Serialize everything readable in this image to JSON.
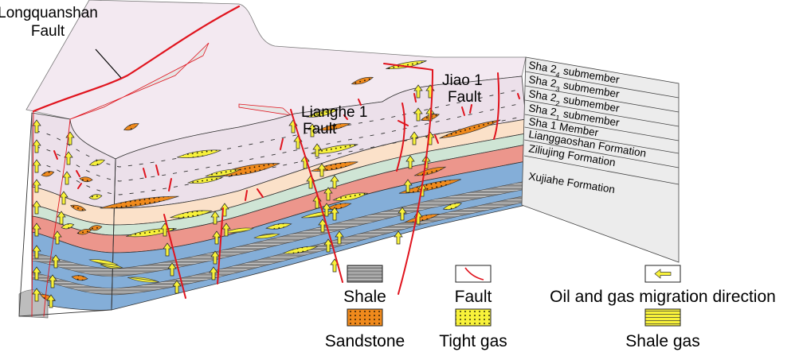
{
  "figure": {
    "title": "3D block diagram of hydrocarbon accumulation across the Longquanshan, Lianghe 1 and Jiao 1 faults",
    "colors": {
      "top_surface": "#f3e9f1",
      "sha2": "#ece0ea",
      "sha1": "#fbe1c9",
      "lianggaoshan": "#cfe5d5",
      "ziliujing": "#ec968c",
      "xujiahe": "#84aed8",
      "shale": "#8c8c8c",
      "basement": "#bdbdbd",
      "fault": "#e0141e",
      "sandstone": "#f08a1c",
      "tight_gas": "#f8f23a",
      "arrow": "#f8f23a",
      "column": "#ececec"
    }
  },
  "fault_labels": {
    "longquanshan": [
      "Longquanshan",
      "Fault"
    ],
    "lianghe": [
      "Lianghe 1",
      "Fault"
    ],
    "jiao": [
      "Jiao 1",
      "Fault"
    ]
  },
  "strata_column": [
    {
      "name": "Sha 2",
      "sub": "4",
      "suffix": " submember"
    },
    {
      "name": "Sha 2",
      "sub": "3",
      "suffix": " submember"
    },
    {
      "name": "Sha 2",
      "sub": "2",
      "suffix": " submember"
    },
    {
      "name": "Sha 2",
      "sub": "1",
      "suffix": " submember"
    },
    {
      "name": "Sha 1 Member",
      "sub": "",
      "suffix": ""
    },
    {
      "name": "Lianggaoshan Formation",
      "sub": "",
      "suffix": ""
    },
    {
      "name": "Ziliujing Formation",
      "sub": "",
      "suffix": ""
    },
    {
      "name": "Xujiahe Formation",
      "sub": "",
      "suffix": ""
    }
  ],
  "legend": {
    "items": [
      {
        "key": "shale",
        "label": "Shale"
      },
      {
        "key": "fault",
        "label": "Fault"
      },
      {
        "key": "migration",
        "label": "Oil and gas migration direction"
      },
      {
        "key": "sandstone",
        "label": "Sandstone"
      },
      {
        "key": "tight_gas",
        "label": "Tight gas"
      },
      {
        "key": "shale_gas",
        "label": "Shale gas"
      }
    ]
  }
}
